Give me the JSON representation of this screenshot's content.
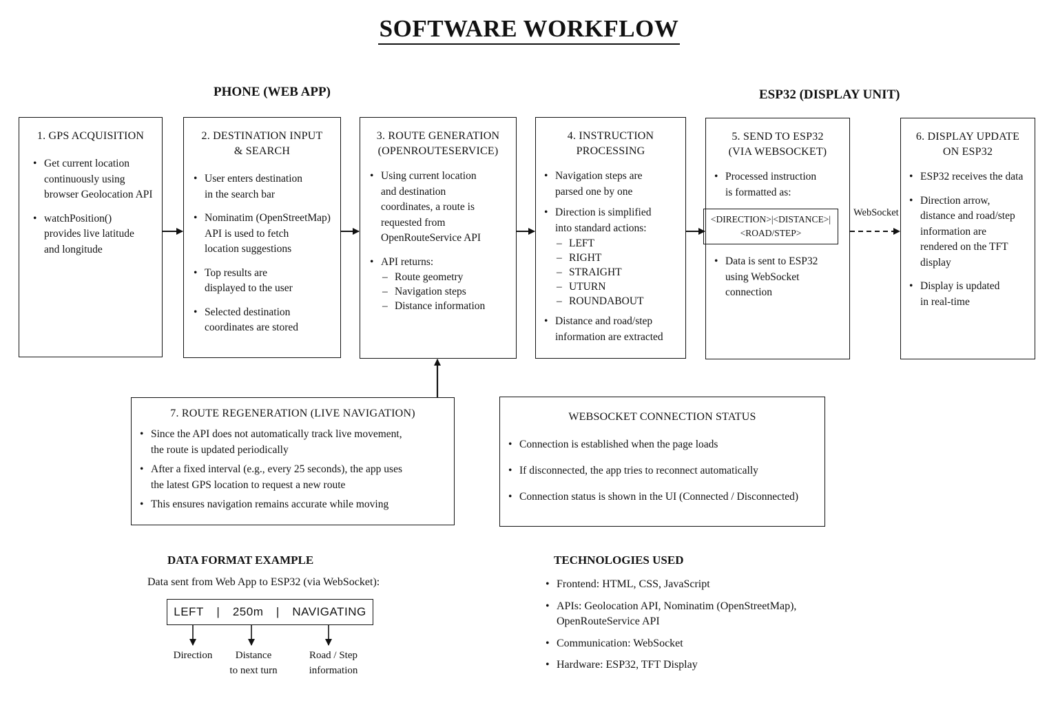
{
  "title": "SOFTWARE WORKFLOW",
  "sections": {
    "phone": "PHONE (WEB APP)",
    "esp32": "ESP32 (DISPLAY UNIT)"
  },
  "steps": [
    {
      "title_lines": [
        "1. GPS ACQUISITION"
      ],
      "bullets": [
        {
          "lines": [
            "Get current location",
            "continuously using",
            "browser Geolocation API"
          ]
        },
        {
          "lines": [
            "watchPosition()",
            "provides live latitude",
            "and longitude"
          ]
        }
      ]
    },
    {
      "title_lines": [
        "2. DESTINATION INPUT",
        "& SEARCH"
      ],
      "bullets": [
        {
          "lines": [
            "User enters destination",
            "in the search bar"
          ]
        },
        {
          "lines": [
            "Nominatim (OpenStreetMap)",
            "API is used to fetch",
            "location suggestions"
          ]
        },
        {
          "lines": [
            "Top results are",
            "displayed to the user"
          ]
        },
        {
          "lines": [
            "Selected destination",
            "coordinates are stored"
          ]
        }
      ]
    },
    {
      "title_lines": [
        "3. ROUTE GENERATION",
        "(OPENROUTESERVICE)"
      ],
      "bullets": [
        {
          "lines": [
            "Using current location",
            "and destination",
            "coordinates, a route is",
            "requested from",
            "OpenRouteService API"
          ]
        },
        {
          "lines": [
            "API returns:"
          ],
          "sub": [
            "Route geometry",
            "Navigation steps",
            "Distance information"
          ]
        }
      ]
    },
    {
      "title_lines": [
        "4. INSTRUCTION",
        "PROCESSING"
      ],
      "bullets": [
        {
          "lines": [
            "Navigation steps are",
            "parsed one by one"
          ]
        },
        {
          "lines": [
            "Direction is simplified",
            "into standard actions:"
          ],
          "sub": [
            "LEFT",
            "RIGHT",
            "STRAIGHT",
            "UTURN",
            "ROUNDABOUT"
          ]
        },
        {
          "lines": [
            "Distance and road/step",
            "information are extracted"
          ]
        }
      ]
    },
    {
      "title_lines": [
        "5. SEND TO ESP32",
        "(VIA WEBSOCKET)"
      ],
      "bullets": [
        {
          "lines": [
            "Processed instruction",
            "is formatted as:"
          ]
        },
        {
          "lines": [
            "Data is sent to ESP32",
            "using WebSocket",
            "connection"
          ]
        }
      ],
      "format_lines": [
        "<DIRECTION>|<DISTANCE>|",
        "<ROAD/STEP>"
      ]
    },
    {
      "title_lines": [
        "6. DISPLAY UPDATE",
        "ON ESP32"
      ],
      "bullets": [
        {
          "lines": [
            "ESP32 receives the data"
          ]
        },
        {
          "lines": [
            "Direction arrow,",
            "distance and road/step",
            "information are",
            "rendered on the TFT",
            "display"
          ]
        },
        {
          "lines": [
            "Display is updated",
            "in real-time"
          ]
        }
      ]
    }
  ],
  "websocket_link_label": "WebSocket",
  "regeneration": {
    "title": "7. ROUTE REGENERATION (LIVE NAVIGATION)",
    "bullets": [
      {
        "lines": [
          "Since the API does not automatically track live movement,",
          "the route is updated periodically"
        ]
      },
      {
        "lines": [
          "After a fixed interval (e.g., every 25 seconds), the app uses",
          "the latest GPS location to request a new route"
        ]
      },
      {
        "lines": [
          "This ensures navigation remains accurate while moving"
        ]
      }
    ]
  },
  "ws_status": {
    "title": "WEBSOCKET CONNECTION STATUS",
    "bullets": [
      "Connection is established when the page loads",
      "If disconnected, the app tries to reconnect automatically",
      "Connection status is shown in the UI (Connected / Disconnected)"
    ]
  },
  "data_format": {
    "heading": "DATA FORMAT EXAMPLE",
    "caption": "Data sent from Web App to ESP32 (via WebSocket):",
    "fields": [
      "LEFT",
      "|",
      "250m",
      "|",
      "NAVIGATING"
    ],
    "labels": [
      {
        "lines": [
          "Direction"
        ]
      },
      {
        "lines": [
          "Distance",
          "to next turn"
        ]
      },
      {
        "lines": [
          "Road / Step",
          "information"
        ]
      }
    ]
  },
  "technologies": {
    "heading": "TECHNOLOGIES USED",
    "items": [
      {
        "lines": [
          "Frontend: HTML, CSS, JavaScript"
        ]
      },
      {
        "lines": [
          "APIs: Geolocation API, Nominatim (OpenStreetMap),",
          "OpenRouteService API"
        ]
      },
      {
        "lines": [
          "Communication: WebSocket"
        ]
      },
      {
        "lines": [
          "Hardware: ESP32, TFT Display"
        ]
      }
    ]
  }
}
